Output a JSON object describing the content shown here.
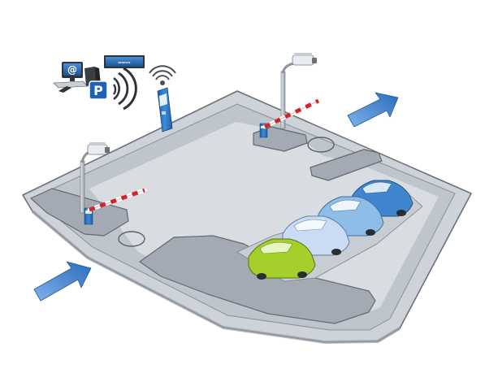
{
  "illustration": {
    "brand_logo_text": "PARKSOL",
    "email_symbol": "@",
    "parking_symbol": "P"
  },
  "icons": {
    "entry_arrow": "arrow-icon",
    "exit_arrow": "arrow-icon",
    "wireless_signal": "wireless-signal-icon",
    "parking_sign": "parking-sign-icon",
    "email_monitor": "email-monitor-icon",
    "brand_monitor": "monitor-icon",
    "camera": "security-camera-icon",
    "ticket_kiosk": "kiosk-icon"
  },
  "vehicles": [
    {
      "color": "lime-green"
    },
    {
      "color": "pale-blue"
    },
    {
      "color": "light-blue"
    },
    {
      "color": "blue"
    }
  ],
  "colors": {
    "lot_surface": "#cdd2d8",
    "lot_outline": "#6c7179",
    "island": "#a7adb5",
    "arrow": "#2d6fbf",
    "barrier_red": "#d42a2a",
    "kiosk_blue": "#2c79c6",
    "car_green": "#a5cf2a",
    "car_pale_blue": "#c9dcf3",
    "car_light_blue": "#8ebde8",
    "car_blue": "#3f86cf"
  }
}
